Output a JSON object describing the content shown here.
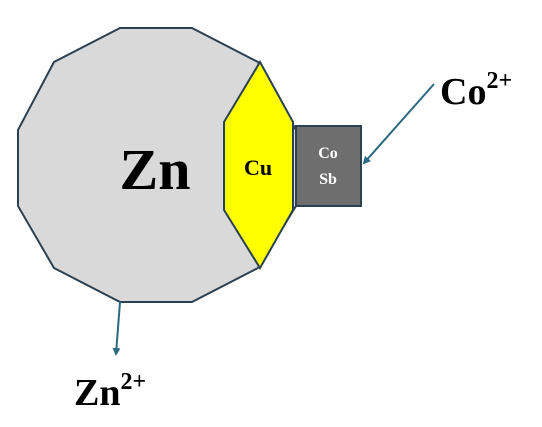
{
  "labels": {
    "zn": "Zn",
    "cu": "Cu",
    "co": "Co",
    "sb": "Sb",
    "co_ion_base": "Co",
    "co_ion_charge": "2+",
    "zn_ion_base": "Zn",
    "zn_ion_charge": "2+"
  },
  "colors": {
    "zn_fill": "#d9d9d9",
    "outline": "#2b4152",
    "cu_fill": "#ffff00",
    "cosb_fill": "#6e6e6e",
    "cosb_text": "#ffffff",
    "arrow": "#2b6a80",
    "text": "#000000"
  }
}
